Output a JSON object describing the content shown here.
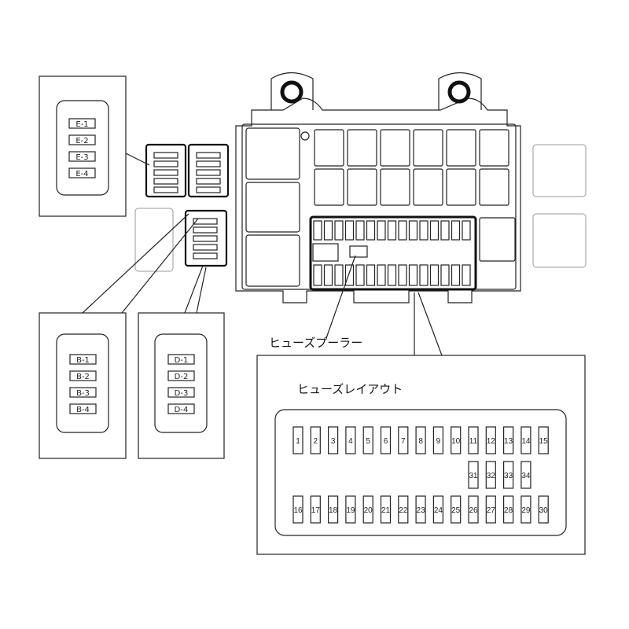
{
  "connectors": {
    "E": [
      "E-1",
      "E-2",
      "E-3",
      "E-4"
    ],
    "B": [
      "B-1",
      "B-2",
      "B-3",
      "B-4"
    ],
    "D": [
      "D-1",
      "D-2",
      "D-3",
      "D-4"
    ]
  },
  "fuse_puller_label": "ヒューズプーラー",
  "fuse_layout": {
    "title": "ヒューズレイアウト",
    "top_row": [
      "1",
      "2",
      "3",
      "4",
      "5",
      "6",
      "7",
      "8",
      "9",
      "10",
      "11",
      "12",
      "13",
      "14",
      "15"
    ],
    "middle_row": [
      "31",
      "32",
      "33",
      "34"
    ],
    "bottom_row": [
      "16",
      "17",
      "18",
      "19",
      "20",
      "21",
      "22",
      "23",
      "24",
      "25",
      "26",
      "27",
      "28",
      "29",
      "30"
    ]
  }
}
